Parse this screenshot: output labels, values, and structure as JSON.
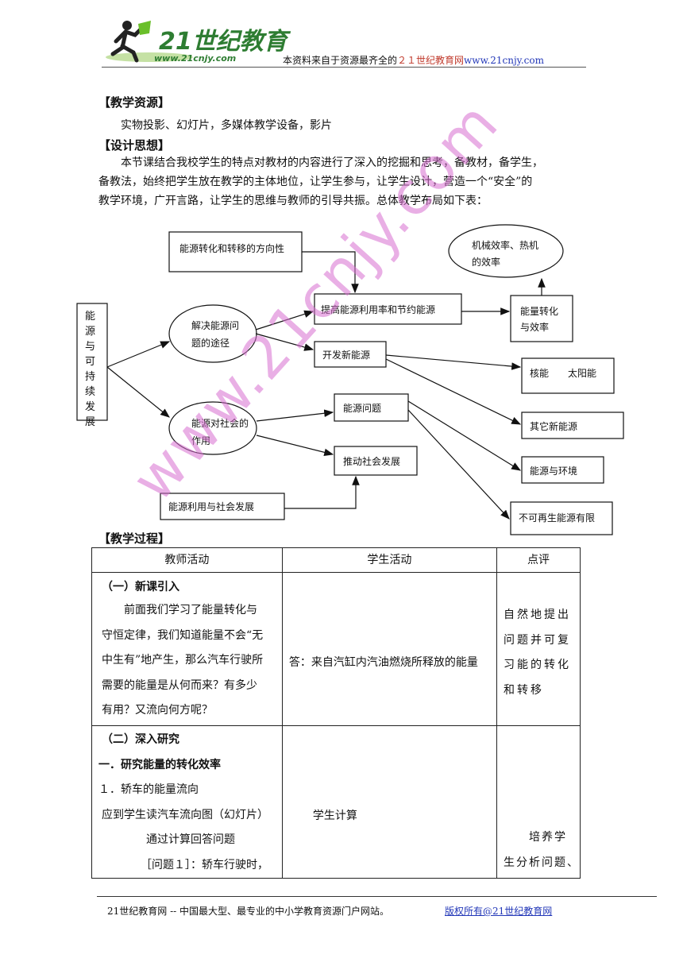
{
  "header": {
    "logo_text": "21世纪教育",
    "logo_url": "www.21cnjy.com",
    "source_prefix": "本资料来自于资源最齐全的",
    "source_site": "２１世纪教育网",
    "source_url": "www.21cnjy.com"
  },
  "sections": {
    "resources_title": "【教学资源】",
    "resources_text": "实物投影、幻灯片，多媒体教学设备，影片",
    "design_title": "【设计思想】",
    "design_lines": [
      "本节课结合我校学生的特点对教材的内容进行了深入的挖掘和思考，备教材，备学生，",
      "备教法，始终把学生放在教学的主体地位，让学生参与，让学生设计，营造一个“安全”的",
      "教学环境，广开言路，让学生的思维与教师的引导共振。总体教学布局如下表："
    ],
    "process_title": "【教学过程】"
  },
  "diagram": {
    "root": "能源与可持续发展",
    "direction": "能源转化和转移的方向性",
    "solve_line1": "解决能源问",
    "solve_line2": "题的途径",
    "improve": "提高能源利用率和节约能源",
    "develop": "开发新能源",
    "efficiency_line1": "能量转化",
    "efficiency_line2": "与效率",
    "machine_line1": "机械效率、热机",
    "machine_line2": "的效率",
    "nuclear": "核能　　太阳能",
    "other": "其它新能源",
    "society_line1": "能源对社会的",
    "society_line2": "作用",
    "problem": "能源问题",
    "promote": "推动社会发展",
    "utilize": "能源利用与社会发展",
    "environment": "能源与环境",
    "limited": "不可再生能源有限"
  },
  "table": {
    "headers": [
      "教师活动",
      "学生活动",
      "点评"
    ],
    "row1": {
      "teacher": [
        "（一）新课引入",
        "　　前面我们学习了能量转化与",
        "守恒定律，我们知道能量不会“无",
        "中生有”地产生，那么汽车行驶所",
        "需要的能量是从何而来？有多少",
        "有用？又流向何方呢？"
      ],
      "student": "答：来自汽缸内汽油燃烧所释放的能量",
      "comment": [
        "自然地提出",
        "问题并可复",
        "习能的转化",
        "和转移"
      ]
    },
    "row2": {
      "teacher": [
        "（二）深入研究",
        "一．研究能量的转化效率",
        "１．轿车的能量流向",
        " 应到学生读汽车流向图（幻灯片）",
        "　　　　通过计算回答问题",
        "　　　　［问题１］：轿车行驶时，"
      ],
      "student": "学生计算",
      "comment": [
        "　　培养学",
        "生分析问题、"
      ]
    }
  },
  "footer": {
    "left": "21世纪教育网 -- 中国最大型、最专业的中小学教育资源门户网站。",
    "right": "版权所有@21世纪教育网"
  },
  "watermark": "www.21cnjy.com"
}
